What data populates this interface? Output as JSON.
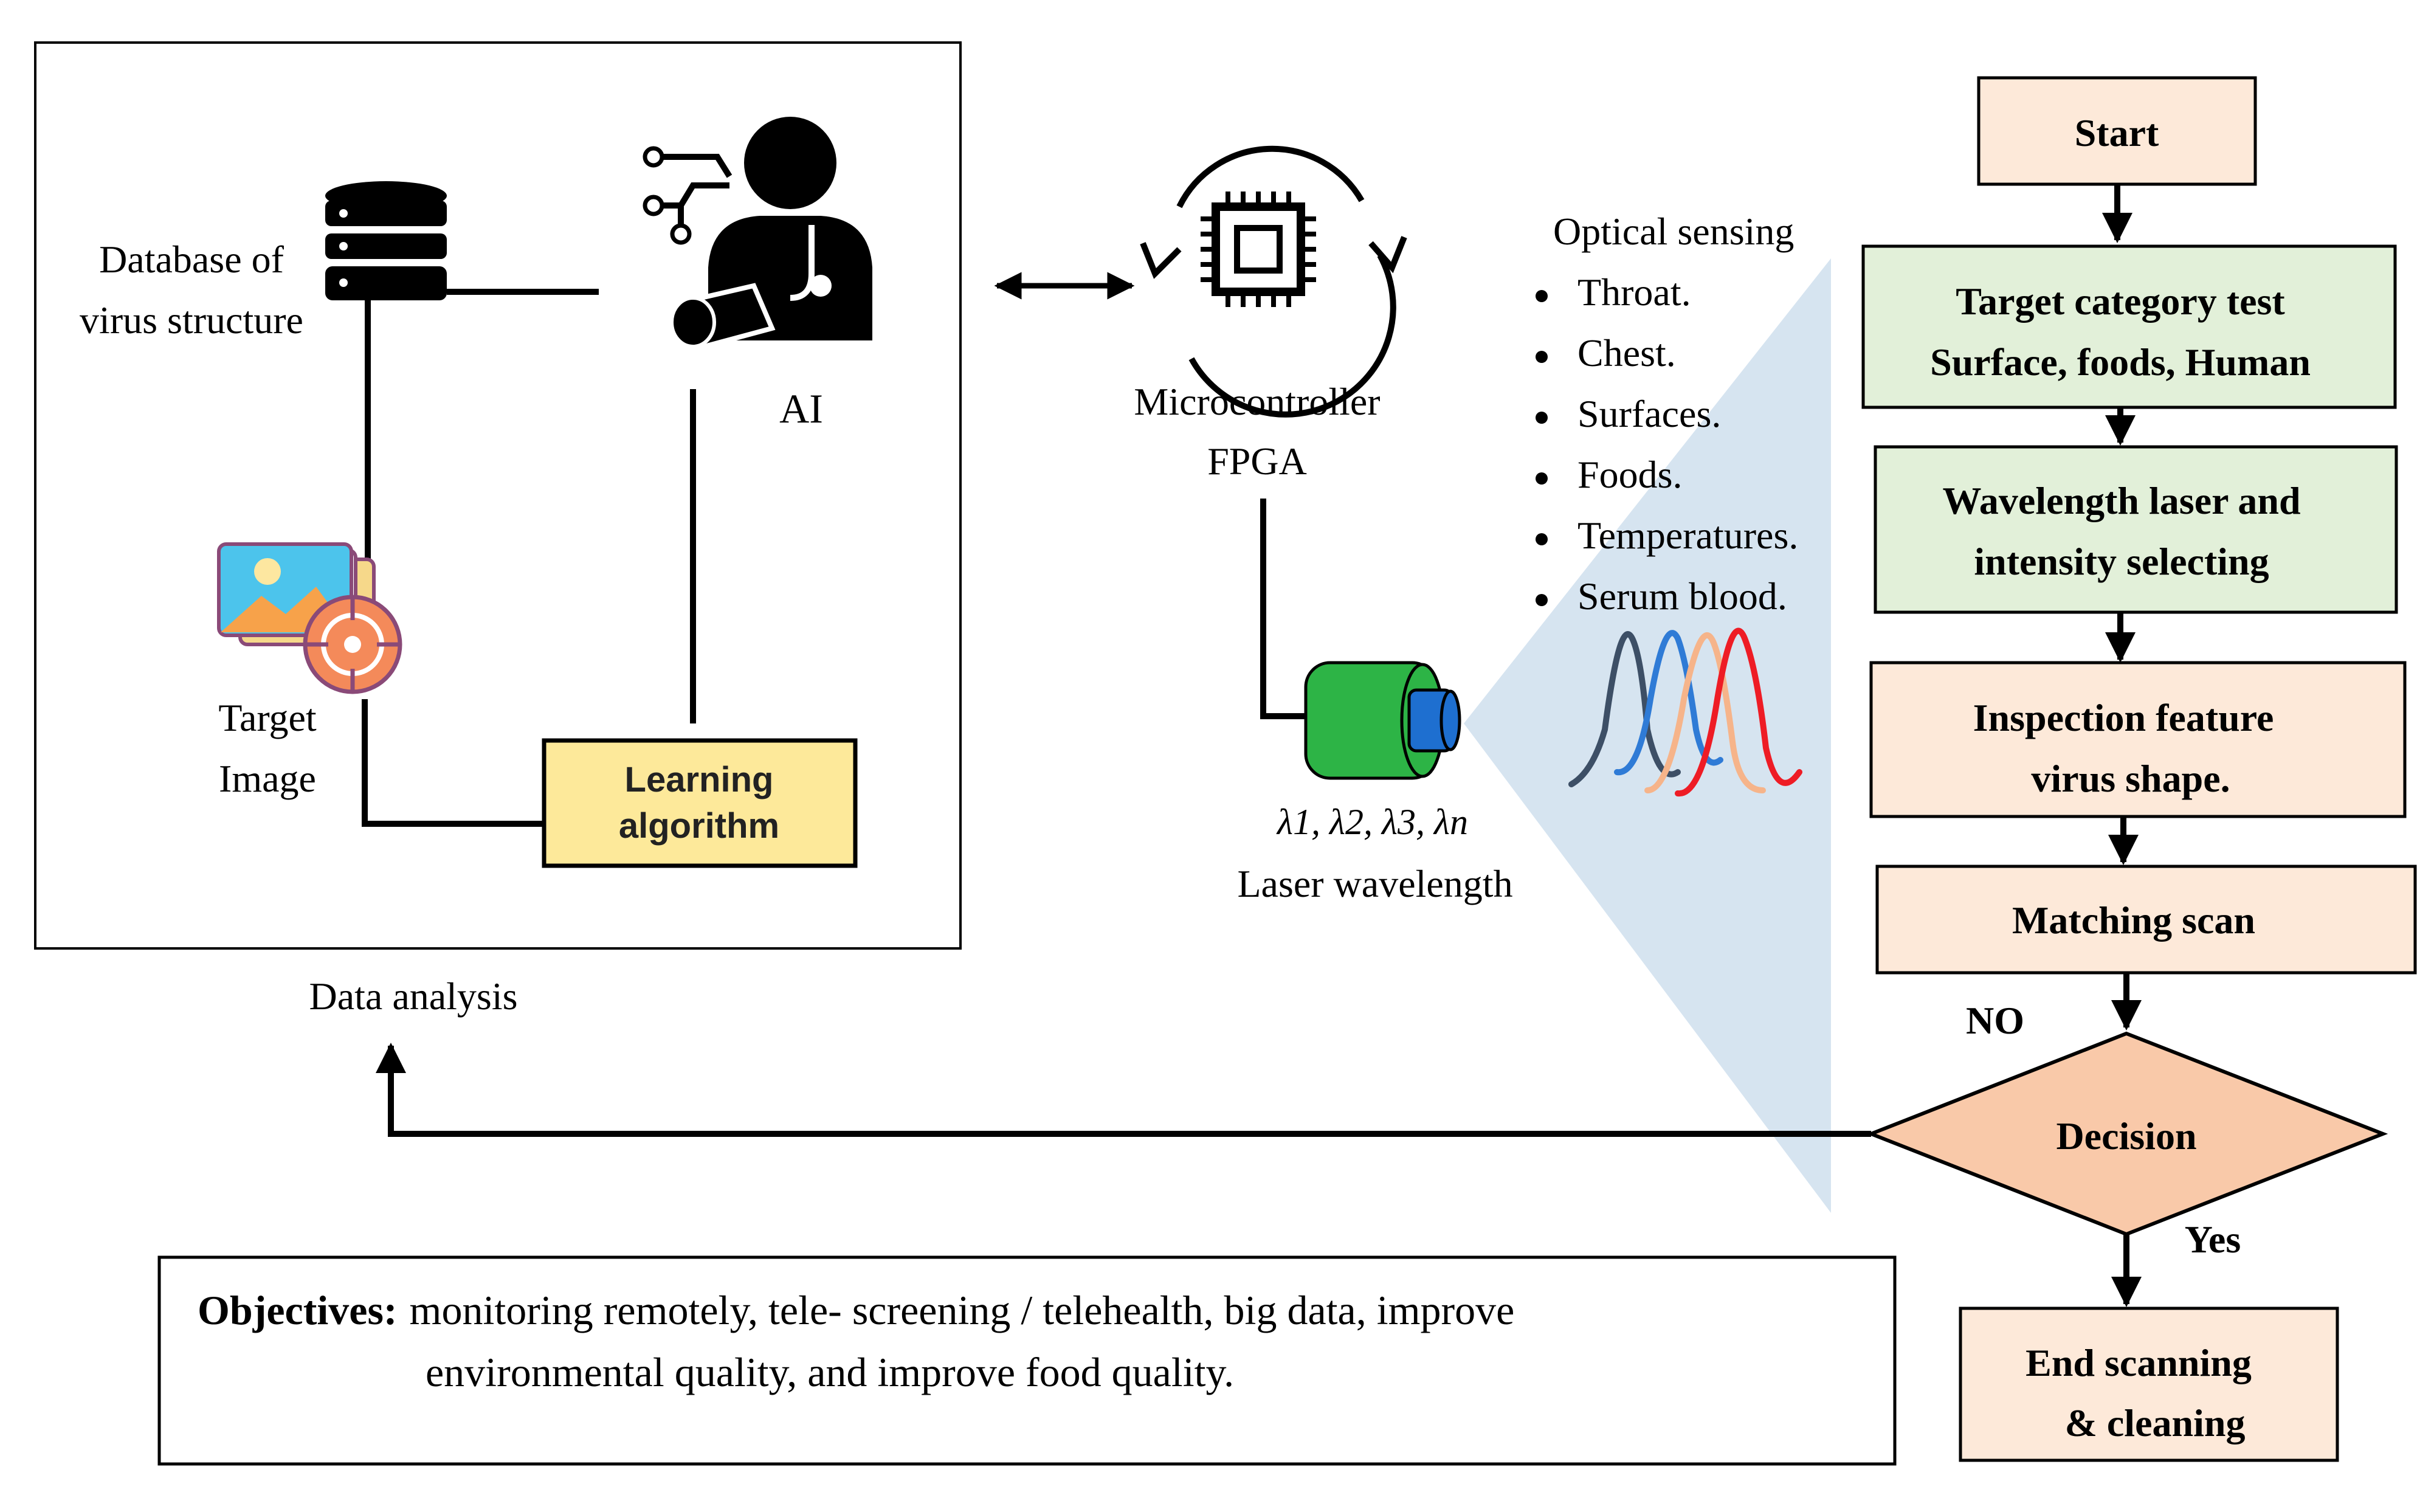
{
  "data_panel": {
    "database_label": [
      "Database of",
      "virus structure"
    ],
    "ai_label": "AI",
    "target_label": [
      "Target",
      "Image"
    ],
    "learning_label": [
      "Learning",
      "algorithm"
    ],
    "caption": "Data analysis"
  },
  "controller": {
    "label_line1": "Microcontroller",
    "label_line2": "FPGA"
  },
  "laser": {
    "wavelengths": "λ1, λ2, λ3, λn",
    "label": "Laser wavelength"
  },
  "optical": {
    "title": "Optical sensing",
    "items": [
      "Throat.",
      "Chest.",
      "Surfaces.",
      "Foods.",
      "Temperatures.",
      "Serum blood."
    ],
    "spectrum_colors": [
      "#3d4f66",
      "#2f7bd6",
      "#f6b48a",
      "#ee1c25"
    ]
  },
  "flow": {
    "start": "Start",
    "target_test": [
      "Target category test",
      "Surface, foods, Human"
    ],
    "wavelength": [
      "Wavelength laser and",
      "intensity selecting"
    ],
    "inspection": [
      "Inspection feature",
      "virus shape."
    ],
    "matching": "Matching scan",
    "decision": "Decision",
    "no_label": "NO",
    "yes_label": "Yes",
    "end": [
      "End scanning",
      "& cleaning"
    ]
  },
  "objectives": {
    "heading": "Objectives:",
    "line1": "monitoring remotely, tele- screening / telehealth, big data, improve",
    "line2": "environmental quality, and improve food quality."
  },
  "colors": {
    "peach": "#fde9d9",
    "green": "#e2f0d9",
    "decision": "#f9c9a9",
    "learning": "#fde99a",
    "beam": "#d6e4f0",
    "laser_body": "#2db446",
    "laser_head": "#1e6fd0"
  }
}
